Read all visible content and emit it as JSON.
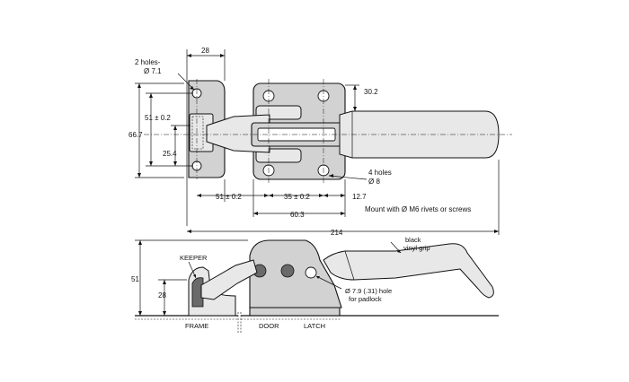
{
  "top_view": {
    "dims": {
      "keeper_width": "28",
      "keeper_holes": "2 holes-",
      "keeper_hole_dia": "Ø 7.1",
      "overall_height": "66.7",
      "keeper_hole_spacing": "51 ± 0.2",
      "keeper_center": "25.4",
      "handle_dia": "30.2",
      "latch_holes": "4 holes",
      "latch_hole_dia": "Ø 8",
      "keeper_to_latch": "51 ± 0.2",
      "latch_hole_spacing": "35 ± 0.2",
      "latch_edge": "12.7",
      "latch_width": "60.3",
      "overall_length": "214"
    },
    "mount_note": "Mount with Ø M6  rivets or screws"
  },
  "side_view": {
    "dims": {
      "height": "51",
      "keeper_height": "28"
    },
    "labels": {
      "keeper": "KEEPER",
      "grip_line1": "black",
      "grip_line2": "vinyl grip",
      "padlock_line1": "Ø 7.9 (.31) hole",
      "padlock_line2": "for padlock",
      "frame": "FRAME",
      "door": "DOOR",
      "latch": "LATCH"
    }
  }
}
